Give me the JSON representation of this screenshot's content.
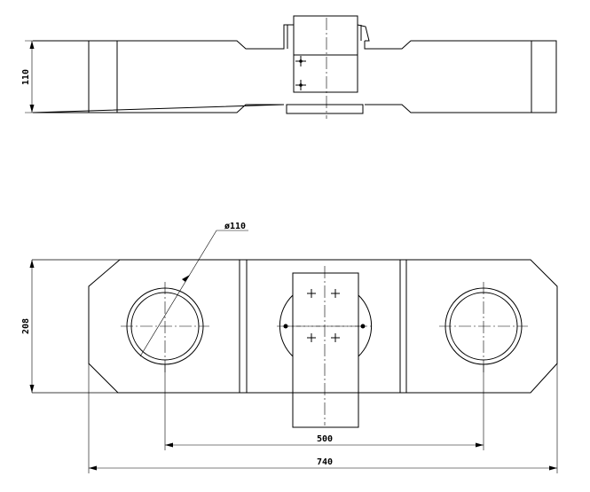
{
  "dimensions": {
    "height_top": "110",
    "height_front": "208",
    "hole_diameter": "ø110",
    "hole_spacing": "500",
    "overall_length": "740"
  }
}
